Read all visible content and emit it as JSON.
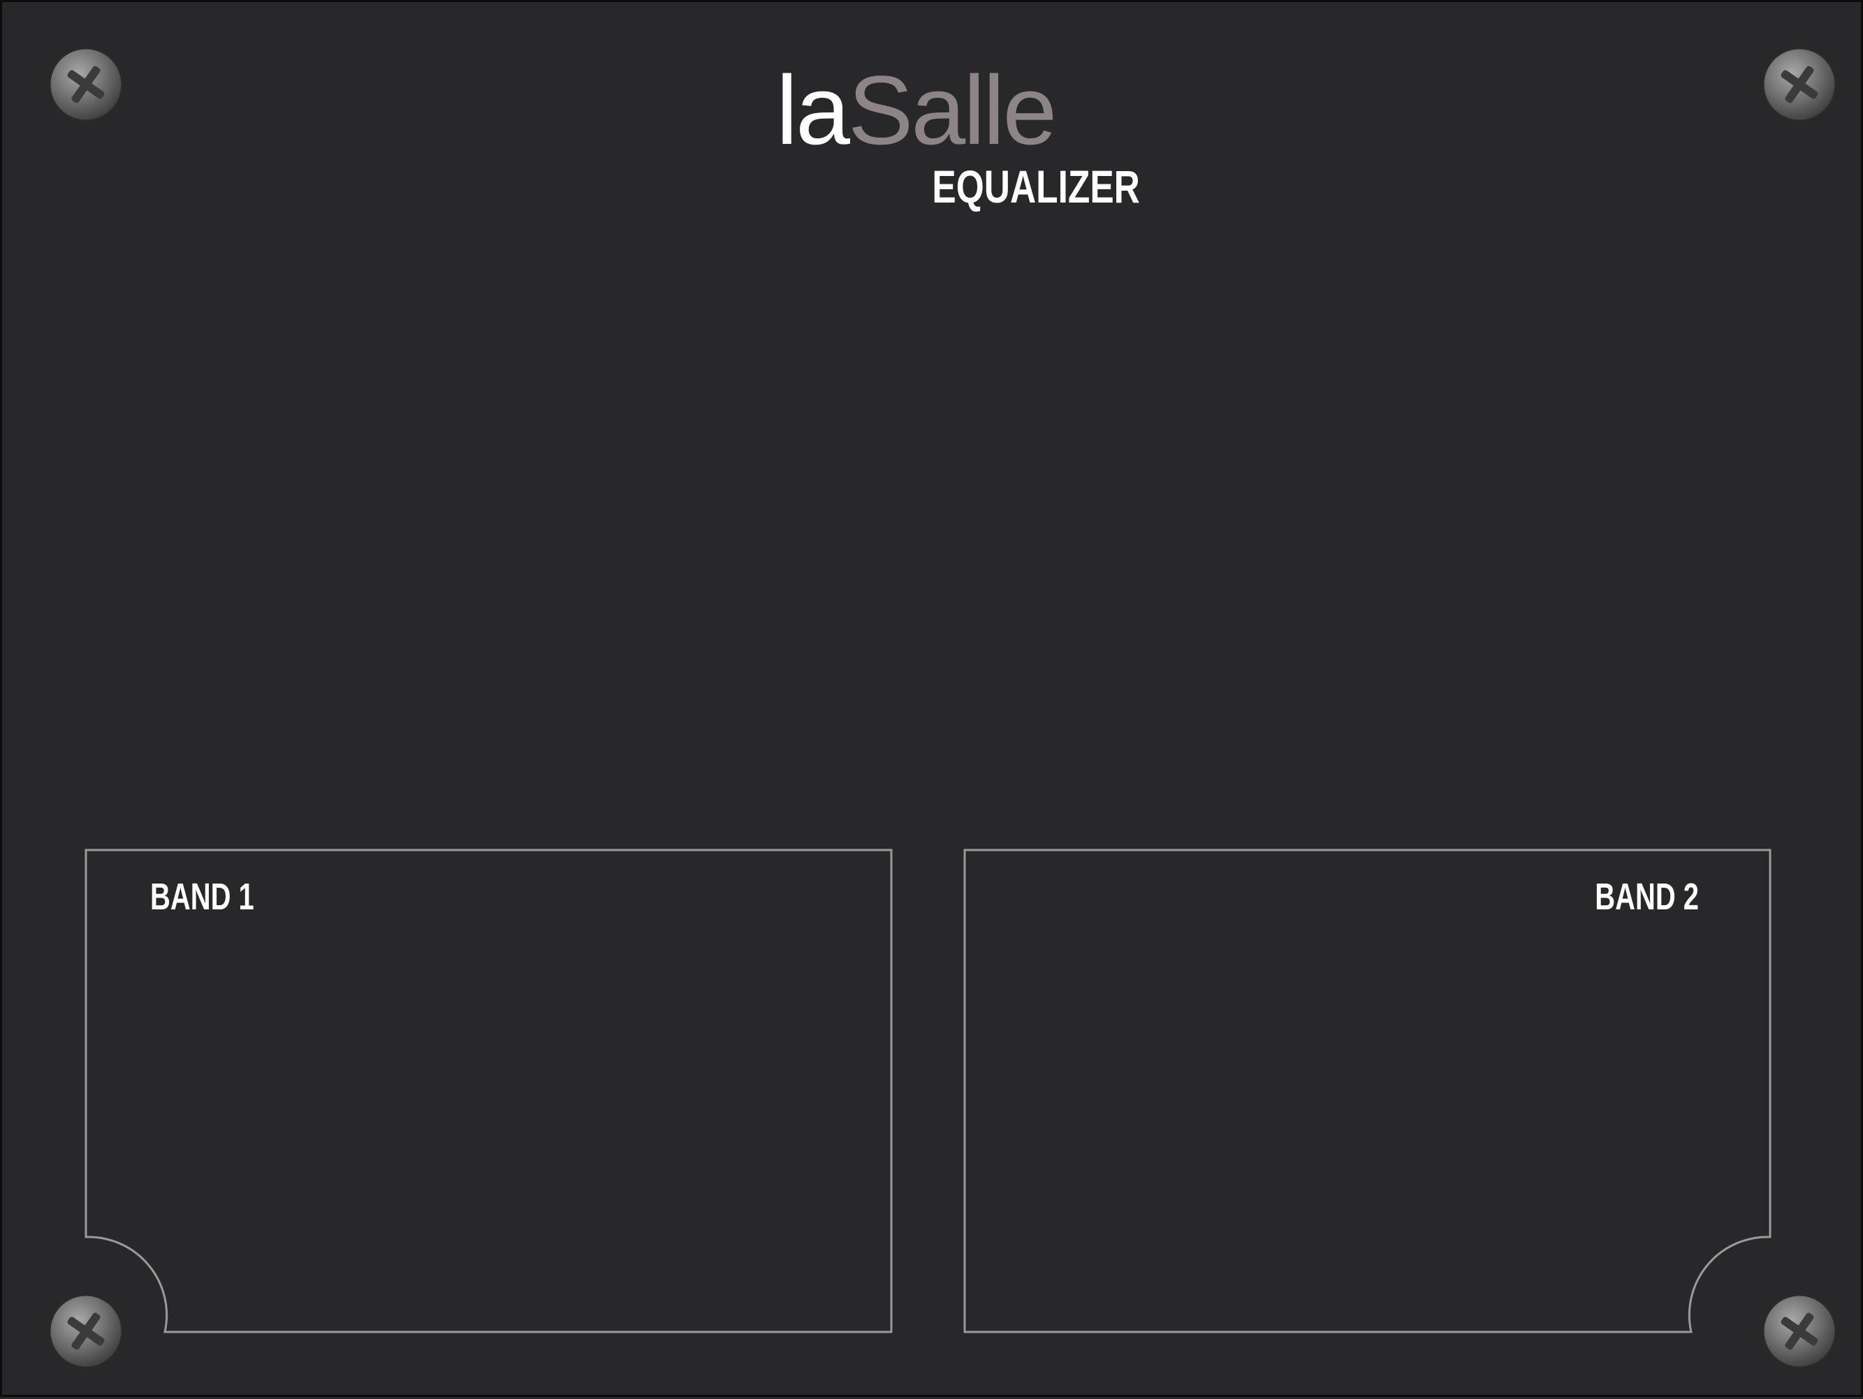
{
  "header": {
    "logo_part1": "la",
    "logo_part2": "Salle",
    "subtitle": "EQUALIZER"
  },
  "bands": [
    {
      "label": "BAND 1"
    },
    {
      "label": "BAND 2"
    }
  ],
  "screws": [
    {
      "icon": "screw-icon",
      "corner": "top-left"
    },
    {
      "icon": "screw-icon",
      "corner": "top-right"
    },
    {
      "icon": "screw-icon",
      "corner": "bottom-left"
    },
    {
      "icon": "screw-icon",
      "corner": "bottom-right"
    }
  ],
  "colors": {
    "panel_background": "#28282a",
    "logo_primary": "#ffffff",
    "logo_secondary": "#8d8488",
    "band_outline": "#9a9a9a",
    "label_text": "#ffffff"
  }
}
